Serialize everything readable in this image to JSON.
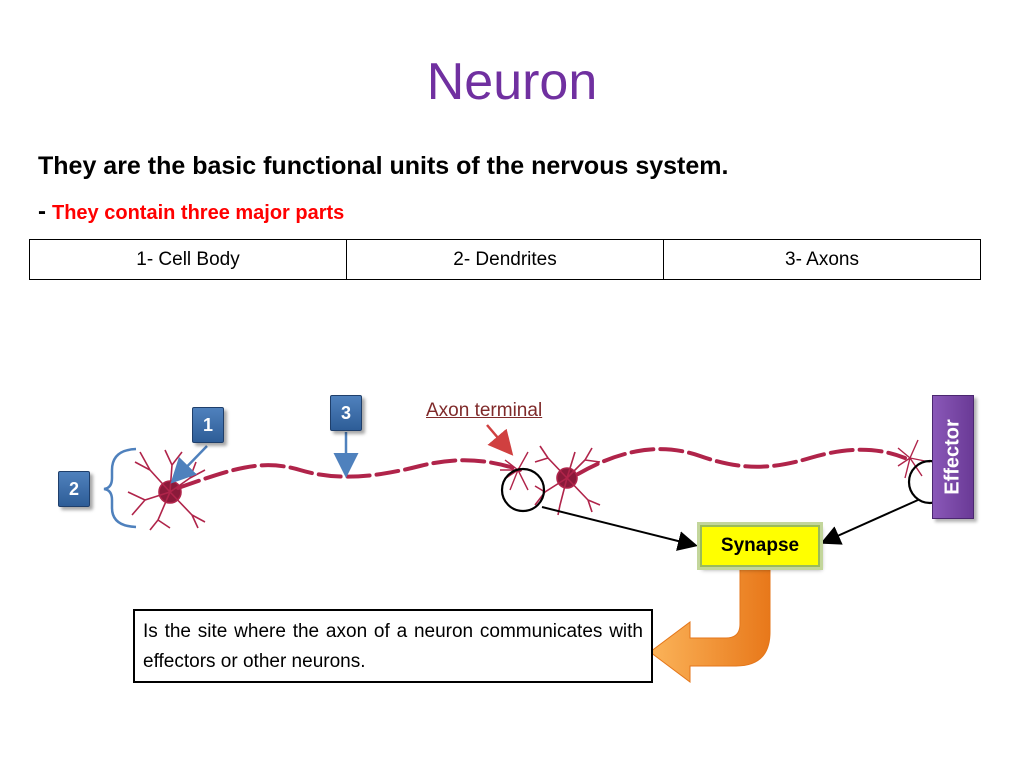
{
  "title": "Neuron",
  "intro": {
    "line1": "They are the basic functional units of the nervous system.",
    "dash": "-",
    "line2": "They contain three major parts"
  },
  "parts_table": [
    "1- Cell Body",
    "2- Dendrites",
    "3- Axons"
  ],
  "diagram": {
    "markers": {
      "m1": "1",
      "m2": "2",
      "m3": "3"
    },
    "axon_terminal_label": "Axon terminal",
    "effector_label": "Effector",
    "synapse_label": "Synapse",
    "definition": "Is the site where the axon of a neuron communicates with effectors or other neurons.",
    "colors": {
      "title": "#7030a0",
      "neuron": "#b0244a",
      "marker_blue": "#4f81bd",
      "effector": "#7a48a8",
      "synapse_fill": "#ffff00",
      "arrow_orange": "#f7962b",
      "highlight_red": "#ff0000"
    }
  }
}
